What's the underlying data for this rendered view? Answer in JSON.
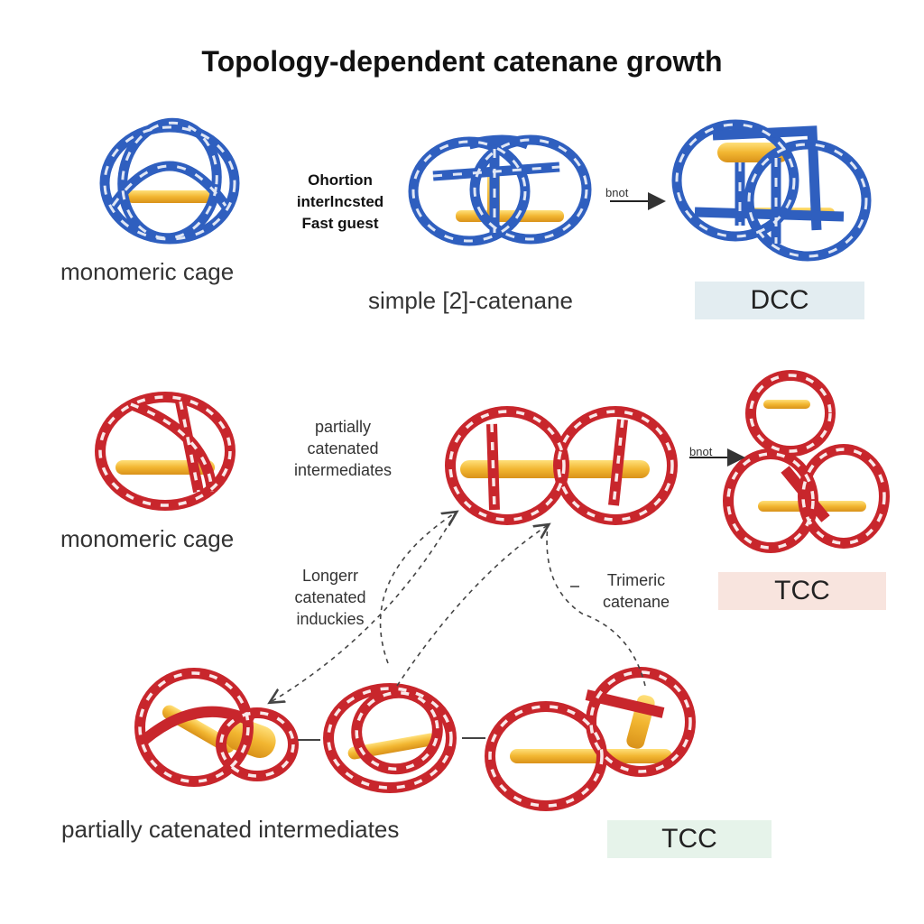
{
  "title": "Topology-dependent catenane growth",
  "top_row": {
    "monomer_caption": "monomeric cage",
    "note_lines": [
      "Ohortion",
      "interlncsted",
      "Fast guest"
    ],
    "dimer_caption": "simple [2]-catenane",
    "arrow_label": "bnot",
    "product_badge": "DCC"
  },
  "middle_row": {
    "monomer_caption": "monomeric cage",
    "note_lines": [
      "partially",
      "catenated",
      "intermediates"
    ],
    "arrow_label": "bnot",
    "product_badge": "TCC"
  },
  "lower_notes": {
    "left_lines": [
      "Longerr",
      "catenated",
      "induckies"
    ],
    "right_lines": [
      "Trimeric",
      "catenane"
    ]
  },
  "bottom_row": {
    "caption": "partially catenated intermediates",
    "product_badge": "TCC"
  },
  "colors": {
    "blue_ring": "#2f5fbf",
    "red_ring": "#c8262c",
    "guest": "#f2b631",
    "badge_blue": "#e3edf1",
    "badge_red": "#f8e4de",
    "badge_green": "#e6f3ea"
  }
}
